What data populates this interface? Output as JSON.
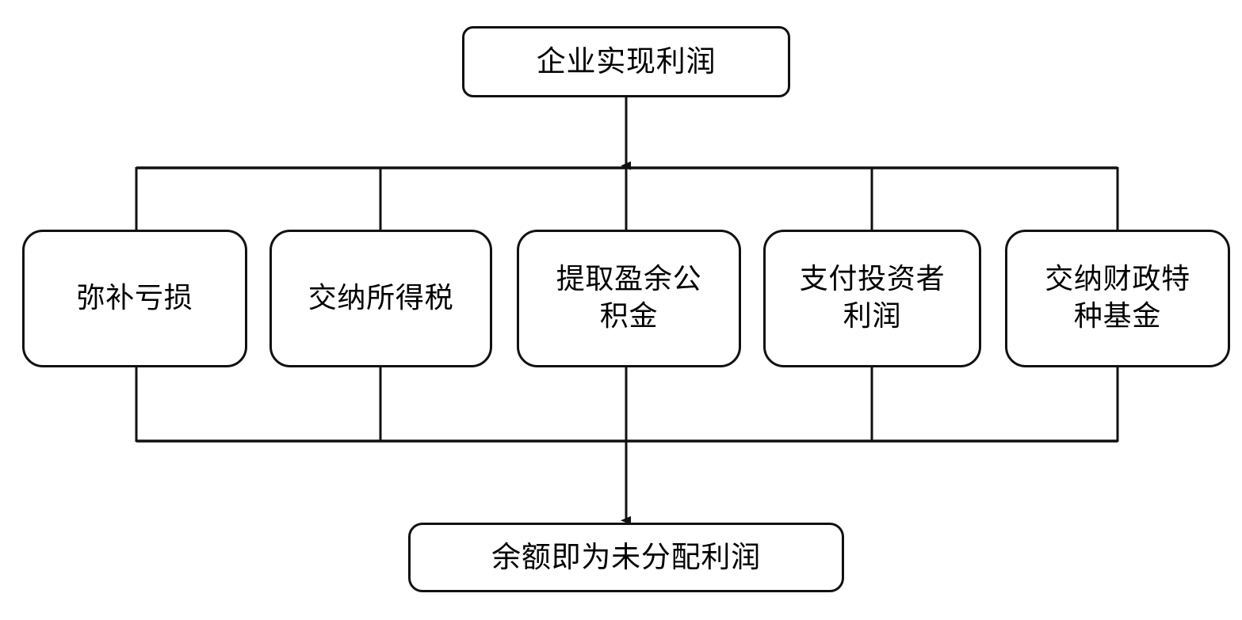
{
  "diagram": {
    "title_text": "企业实现利润",
    "source_node": {
      "id": "source",
      "label": "企业实现利润",
      "shape": "rounded-rectangle"
    },
    "steps": [
      {
        "id": "step-0",
        "label": "弥补亏损",
        "shape": "rounded-rectangle"
      },
      {
        "id": "step-1",
        "label": "交纳所得税",
        "shape": "rounded-rectangle"
      },
      {
        "id": "step-2",
        "label": "提取盈余公\n积金",
        "shape": "rounded-rectangle"
      },
      {
        "id": "step-3",
        "label": "支付投资者\n利润",
        "shape": "rounded-rectangle"
      },
      {
        "id": "step-4",
        "label": "交纳财政特\n种基金",
        "shape": "rounded-rectangle"
      }
    ],
    "result_node": {
      "id": "result",
      "label": "余额即为未分配利润",
      "shape": "rounded-rectangle"
    },
    "connectors": {
      "source_to_split_arrow": "arrow-down",
      "split_to_merge_arrow": "arrow-down",
      "split_bar": "horizontal-distribution-bar",
      "merge_bar": "horizontal-collection-bar"
    },
    "style": {
      "line_color": "#111111",
      "box_fill": "#ffffff",
      "text_color": "#000000",
      "background": "#ffffff",
      "line_width": "3"
    }
  }
}
